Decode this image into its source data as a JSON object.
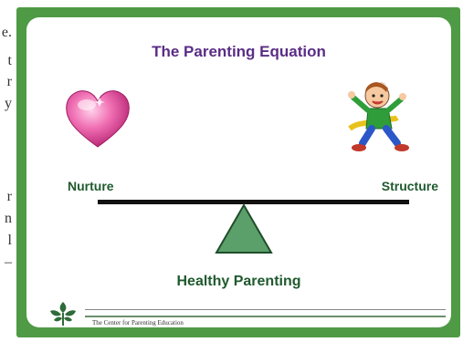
{
  "left_margin": {
    "fragments": [
      "e.",
      "t",
      "r",
      "y",
      "r",
      "n",
      "l",
      "–"
    ]
  },
  "slide": {
    "title": "The Parenting Equation",
    "left_label": "Nurture",
    "right_label": "Structure",
    "bottom_label": "Healthy Parenting",
    "organization": "The Center for Parenting Education",
    "colors": {
      "frame": "#4f9a45",
      "title": "#5a2d86",
      "labels": "#1f5a2e",
      "fulcrum": "#5ba06b",
      "heart": "#e0559b"
    },
    "icons": [
      "heart-icon",
      "running-child-icon",
      "fulcrum-triangle",
      "center-logo-icon"
    ]
  }
}
